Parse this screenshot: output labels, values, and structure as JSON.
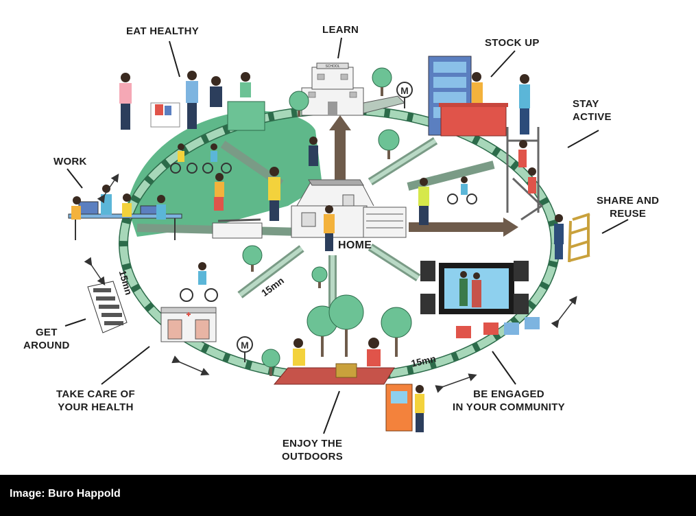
{
  "labels": {
    "learn": "LEARN",
    "eat_healthy": "EAT HEALTHY",
    "stock_up": "STOCK UP",
    "stay_active_1": "STAY",
    "stay_active_2": "ACTIVE",
    "work": "WORK",
    "share_reuse_1": "SHARE AND",
    "share_reuse_2": "REUSE",
    "home": "HOME",
    "get_around_1": "GET",
    "get_around_2": "AROUND",
    "take_care_1": "TAKE CARE OF",
    "take_care_2": "YOUR HEALTH",
    "engaged_1": "BE ENGAGED",
    "engaged_2": "IN YOUR COMMUNITY",
    "outdoors_1": "ENJOY THE",
    "outdoors_2": "OUTDOORS"
  },
  "distance_marks": [
    "15mn",
    "15mn",
    "15mn"
  ],
  "signs": {
    "school": "SCHOOL",
    "metro": "M"
  },
  "colors": {
    "park_green": "#5fb88a",
    "road_path": "#7a9b86",
    "dashed_ring": "#a7d7b9",
    "arrow_brown": "#6e5b4b",
    "footer_bg": "#000000"
  },
  "icons": [
    "school-icon",
    "shop-icon",
    "home-icon",
    "clinic-icon",
    "cinema-screen-icon",
    "gym-icon",
    "office-desk-icon",
    "cyclist-icon",
    "picnic-icon",
    "atm-icon",
    "ladder-icon",
    "metro-sign-icon",
    "tree-icon",
    "crosswalk-icon"
  ],
  "footer": {
    "credit": "Image: Buro Happold"
  }
}
